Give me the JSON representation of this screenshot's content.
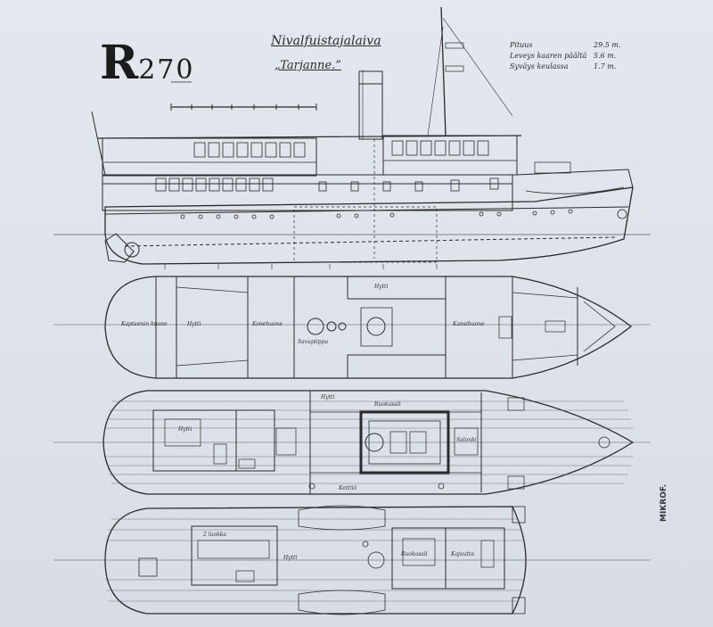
{
  "sheet": {
    "number_letter": "R",
    "number_digits": "270",
    "title": "Nivalfuistajalaiva",
    "vessel_name": "„Tarjanne.”",
    "stamp": "MIKROF."
  },
  "specs": [
    {
      "label": "Pituus",
      "value": "29.5 m."
    },
    {
      "label": "Leveys kaaren päältä",
      "value": "5.6 m."
    },
    {
      "label": "Syväys keulassa",
      "value": "1.7 m."
    }
  ],
  "rooms": {
    "deck_plan": [
      "Kapteenin huone",
      "Hytti",
      "Konehuone",
      "Savupiippu",
      "Hytti",
      "Kansihuone"
    ],
    "main_deck": [
      "Hytti",
      "Ruokasali",
      "Keittiö",
      "Hytti",
      "Salonki"
    ],
    "lower_deck": [
      "2 luokka",
      "Hytti",
      "Ruokasali",
      "Kajuutta"
    ]
  },
  "colors": {
    "paper": "#dfe3ea",
    "ink": "#2b2b2b",
    "pencil": "#555b66"
  }
}
